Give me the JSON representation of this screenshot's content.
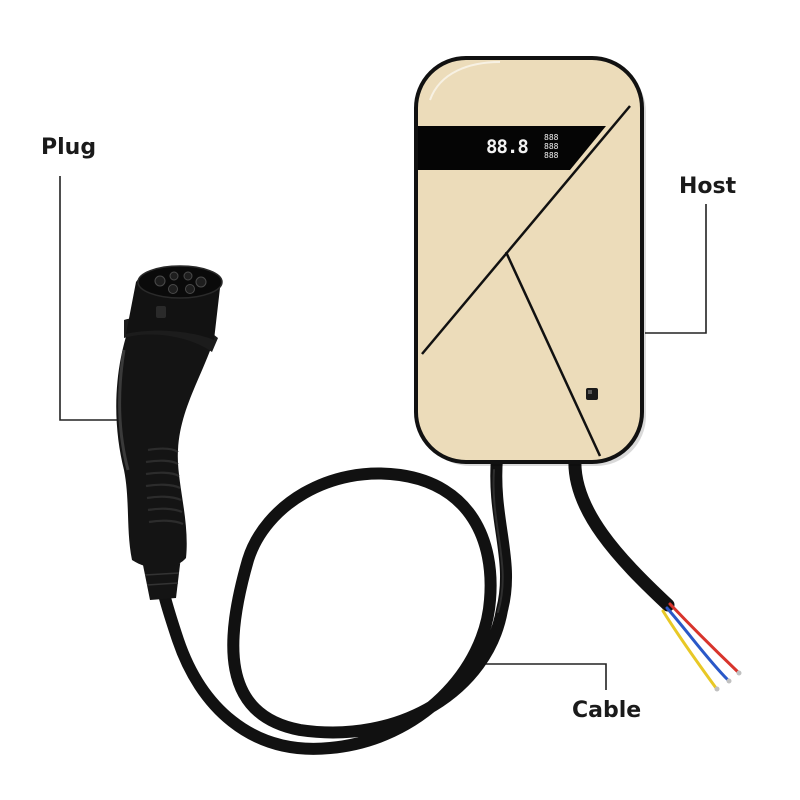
{
  "labels": {
    "plug": "Plug",
    "host": "Host",
    "cable": "Cable"
  },
  "display": {
    "main_digits": "88.8",
    "side_digits_row1": "888",
    "side_digits_row2": "888",
    "side_digits_row3": "888"
  },
  "colors": {
    "host_body": "#ecdcba",
    "host_outline": "#111111",
    "display_bg": "#050505",
    "display_digits": "#f2f2f2",
    "plug_body": "#141414",
    "cable": "#111111",
    "wire_red": "#d8342c",
    "wire_blue": "#2a58c8",
    "wire_yellow": "#e8c826",
    "callout_line": "#222222"
  },
  "icons": {
    "status_led": "status-led-icon"
  }
}
